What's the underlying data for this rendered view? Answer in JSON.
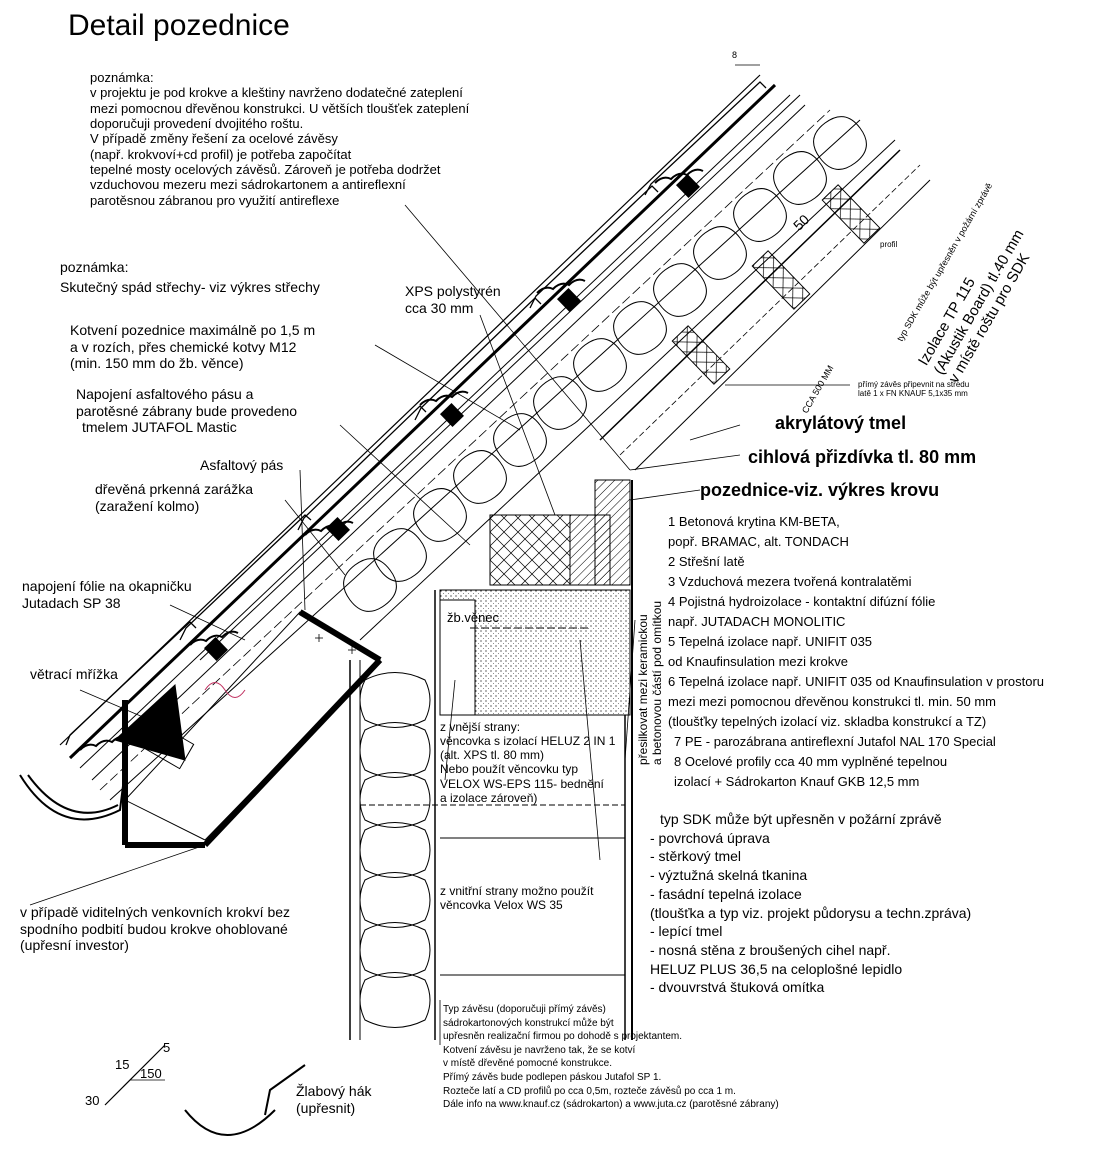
{
  "title": "Detail pozednice",
  "note1": {
    "lines": [
      "poznámka:",
      "v projektu je pod krokve a kleštiny navrženo dodatečné zateplení",
      "mezi pomocnou dřevěnou konstrukci. U větších tloušťek zateplení",
      "doporučuji provedení dvojitého roštu.",
      "V případě změny řešení za ocelové závěsy",
      "(např. krokvoví+cd profil) je potřeba započítat",
      "tepelné mosty ocelových závěsů. Zároveň je potřeba dodržet",
      "vzduchovou mezeru mezi sádrokartonem a antireflexní",
      "parotěsnou zábranou pro využití antireflexe"
    ]
  },
  "note2": {
    "lines": [
      "poznámka:",
      "Skutečný spád střechy- viz výkres střechy"
    ]
  },
  "anchor_note": {
    "lines": [
      "Kotvení pozednice maximálně po 1,5 m",
      "a v rozích, přes chemické kotvy M12",
      "(min. 150 mm do žb. věnce)"
    ]
  },
  "asphalt_joint": {
    "lines": [
      "Napojení asfaltového pásu a",
      "parotěsné zábrany bude provedeno",
      "tmelem JUTAFOL Mastic"
    ]
  },
  "asphalt_strip": "Asfaltový pás",
  "wood_stop": {
    "lines": [
      "dřevěná prkenná zarážka",
      "(zaražení kolmo)"
    ]
  },
  "foil_joint": {
    "lines": [
      "napojení fólie na okapničku",
      "Jutadach SP 38"
    ]
  },
  "vent_grille": "větrací mřížka",
  "visible_rafters": {
    "lines": [
      "v případě viditelných venkovních krokví bez",
      "spodního podbití budou krokve ohoblované",
      "(upřesní investor)"
    ]
  },
  "xps": {
    "lines": [
      "XPS polystyrén",
      "cca 30 mm"
    ]
  },
  "acrylic": "akrylátový tmel",
  "brick_lining": "cihlová přizdívka tl. 80 mm",
  "wall_plate": "pozednice-viz. výkres krovu",
  "ring_beam": "žb.věnec",
  "isolation_rot": {
    "lines": [
      "Izolace TP 115",
      "(Akustik Board) tl.40 mm",
      "v místě roštu pro SDK"
    ]
  },
  "sdk_rot": "typ SDK může být upřesněn v požární zprávě",
  "cca500": "CCA 500 MM",
  "hanger_note": {
    "lines": [
      "přímý závěs připevnit na středu",
      "latě 1 x FN KNAUF 5,1x35 mm"
    ]
  },
  "vertical_note": {
    "lines": [
      "přesilkovat mezi keramickou",
      "a betonovou částí pod omítkou"
    ]
  },
  "layers": [
    "1 Betonová krytina KM-BETA,",
    "   popř. BRAMAC, alt. TONDACH",
    "2 Střešní latě",
    "3 Vzduchová mezera tvořená kontralatěmi",
    "4 Pojistná hydroizolace - kontaktní difúzní fólie",
    "   např. JUTADACH MONOLITIC",
    "5 Tepelná izolace např. UNIFIT 035",
    "   od Knaufinsulation mezi krokve",
    "6 Tepelná izolace např. UNIFIT 035 od Knaufinsulation v prostoru",
    "mezi mezi pomocnou dřevěnou konstrukci tl. min. 50 mm",
    "(tloušťky tepelných izolací viz. skladba konstrukcí a TZ)",
    "7 PE - parozábrana antireflexní Jutafol NAL 170 Special",
    "8 Ocelové profily cca 40 mm vyplněné tepelnou",
    "izolací   + Sádrokarton  Knauf GKB 12,5 mm"
  ],
  "outer_side": {
    "lines": [
      "z vnější strany:",
      "",
      "věncovka s izolací HELUZ 2 IN 1",
      "(alt. XPS tl. 80 mm)",
      "Nebo použít věncovku typ",
      "VELOX WS-EPS 115- bednění",
      "a izolace zároveň)"
    ]
  },
  "inner_side": {
    "lines": [
      "z vnitřní strany možno použít",
      "věncovka Velox WS 35"
    ]
  },
  "wall_layers": {
    "lines": [
      "typ SDK může být upřesněn v požární zprávě",
      "- povrchová úprava",
      "- stěrkový tmel",
      "- výztužná skelná tkanina",
      "- fasádní tepelná izolace",
      "  (tloušťka a typ viz. projekt půdorysu a techn.zpráva)",
      "- lepící tmel",
      "- nosná stěna z broušených cihel např.",
      "  HELUZ PLUS 36,5 na celoplošné lepidlo",
      "- dvouvrstvá štuková omítka"
    ]
  },
  "hanger_type": {
    "lines": [
      "Typ závěsu (doporučuji přímý závěs)",
      "sádrokartonových konstrukcí může být",
      "upřesněn realizační firmou po dohodě s projektantem.",
      "Kotvení závěsu je navrženo tak, že se kotví",
      "v místě dřevěné pomocné konstrukce.",
      "Přímý závěs bude podlepen páskou Jutafol SP 1.",
      "Rozteče latí a CD profilů po cca 0,5m, rozteče závěsů po cca 1 m.",
      "Dále info na www.knauf.cz (sádrokarton) a www.juta.cz (parotěsné zábrany)"
    ]
  },
  "gutter_hook": {
    "lines": [
      "Žlabový hák",
      "(upřesnit)"
    ]
  },
  "dims": {
    "d30": "30",
    "d15": "15",
    "d150": "150",
    "d5": "5",
    "d8": "8",
    "d50": "50",
    "profil": "profil"
  }
}
